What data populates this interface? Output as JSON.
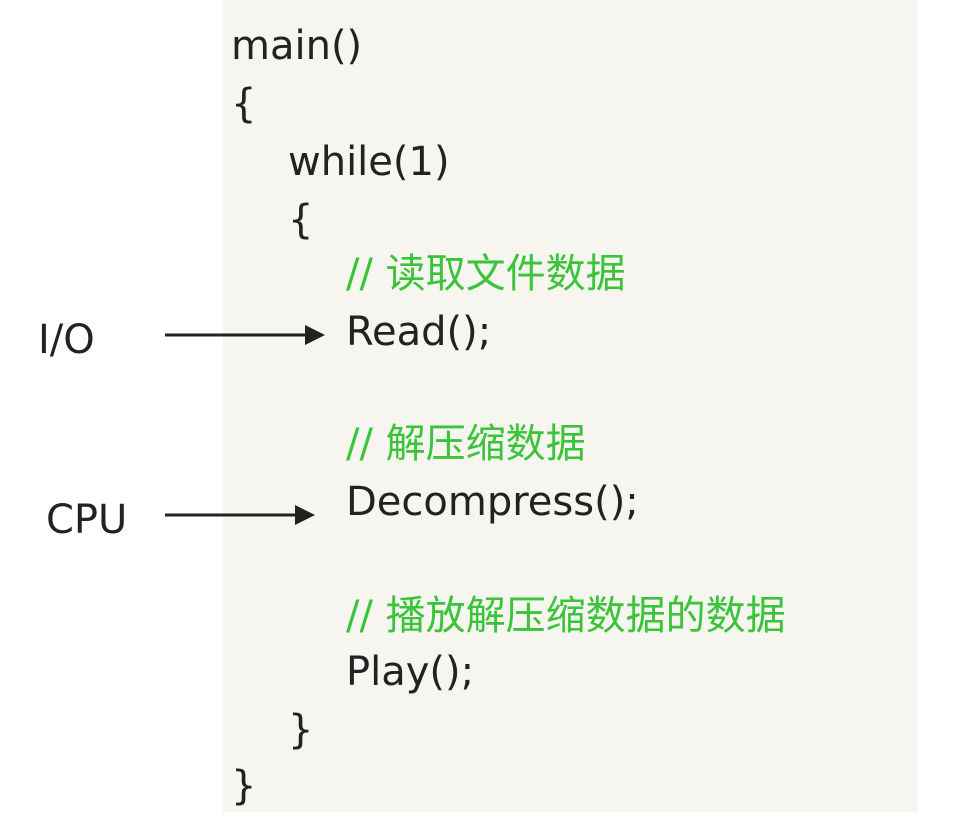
{
  "code": {
    "line_main": "main()",
    "line_open_main": "{",
    "line_while": "while(1)",
    "line_open_while": "{",
    "comment_read": "// 读取文件数据",
    "line_read": "Read();",
    "comment_decompress": "// 解压缩数据",
    "line_decompress": "Decompress();",
    "comment_play": "// 播放解压缩数据的数据",
    "line_play": "Play();",
    "line_close_while": "}",
    "line_close_main": "}"
  },
  "labels": {
    "io": "I/O",
    "cpu": "CPU"
  },
  "colors": {
    "panel_background": "#f6f5ef",
    "code_text": "#222222",
    "comment_text": "#3ac43a",
    "arrow": "#222222"
  }
}
